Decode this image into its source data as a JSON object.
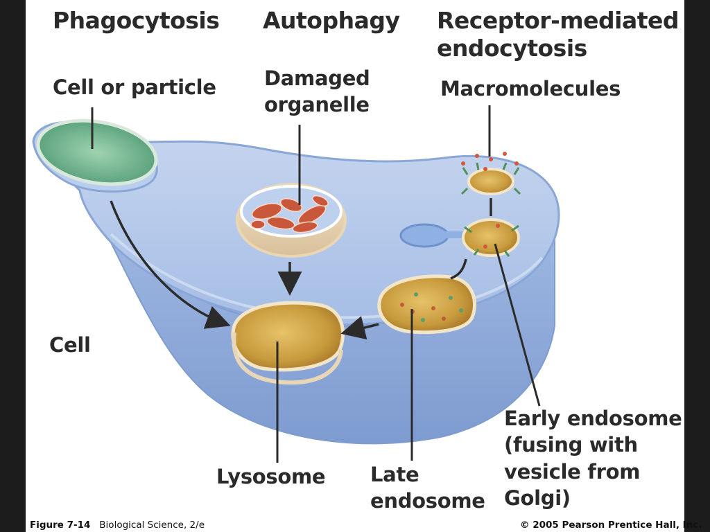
{
  "headings": {
    "phagocytosis": "Phagocytosis",
    "autophagy": "Autophagy",
    "receptor_line1": "Receptor-mediated",
    "receptor_line2": "endocytosis"
  },
  "labels": {
    "cell_or_particle": "Cell or particle",
    "damaged_line1": "Damaged",
    "damaged_line2": "organelle",
    "macromolecules": "Macromolecules",
    "cell": "Cell",
    "lysosome": "Lysosome",
    "late_line1": "Late",
    "late_line2": "endosome",
    "early_line1": "Early endosome",
    "early_line2": "(fusing with",
    "early_line3": "vesicle from",
    "early_line4": "Golgi)"
  },
  "footer": {
    "figure": "Figure 7-14",
    "book": "Biological Science, 2/e",
    "copyright": "© 2005 Pearson Prentice Hall, Inc."
  },
  "colors": {
    "cell_fill": "#a9bfe4",
    "cell_edge": "#7f9ccf",
    "lysosome": "#c89a3a",
    "particle": "#6fae8a",
    "organelle": "#c9573b",
    "arrow": "#2b2b2b"
  }
}
